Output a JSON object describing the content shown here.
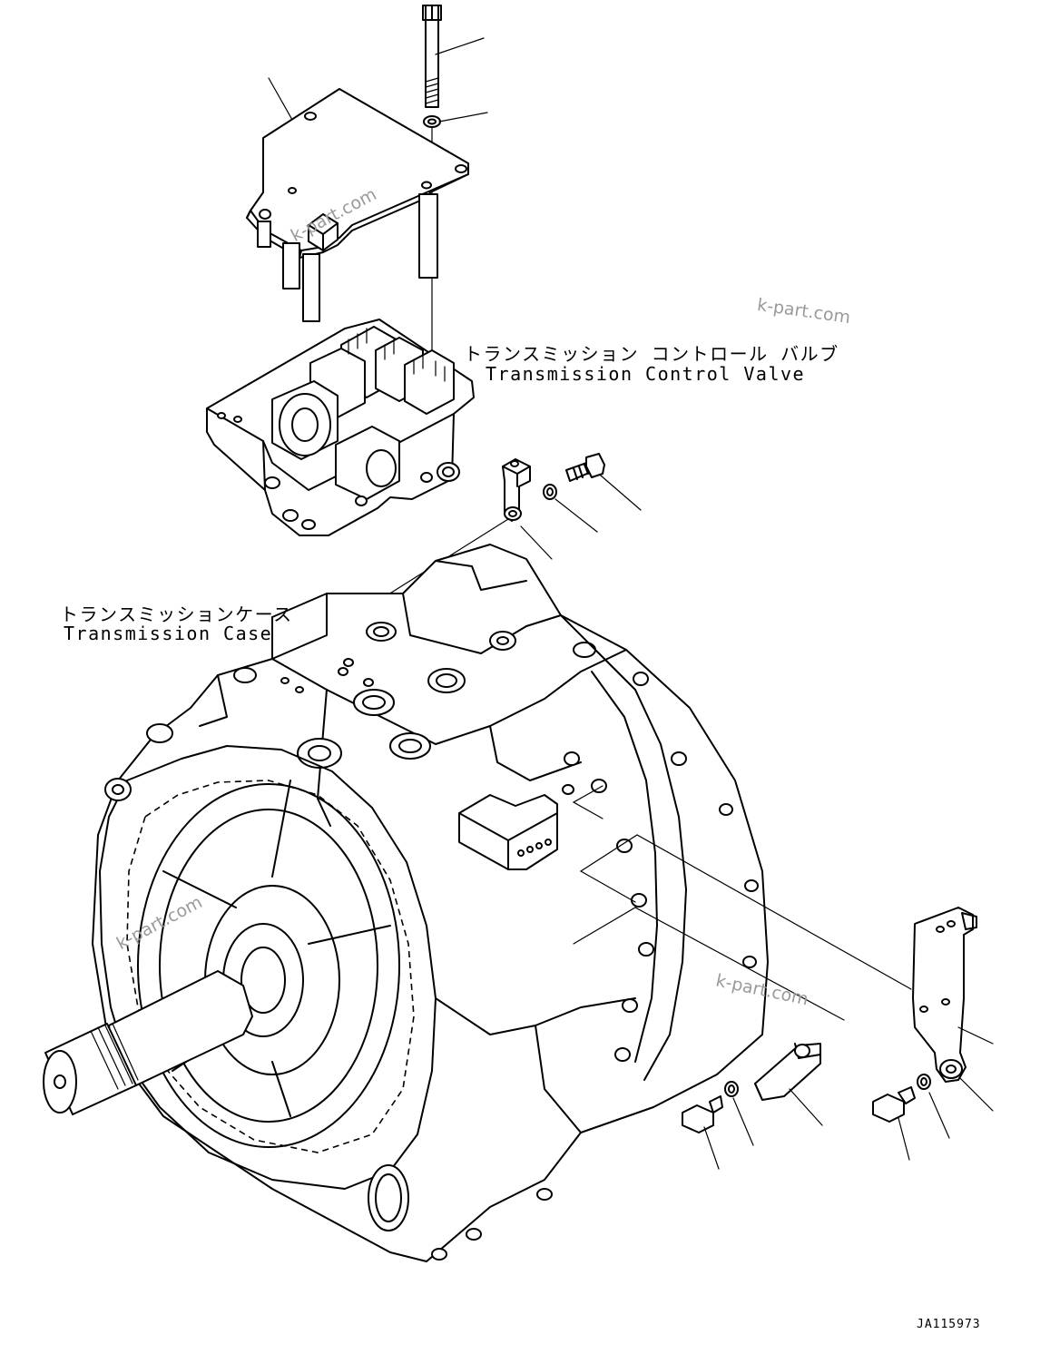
{
  "labels": {
    "control_valve_jp": "トランスミッション コントロール バルブ",
    "control_valve_en": "Transmission Control Valve",
    "case_jp": "トランスミッションケース",
    "case_en": "Transmission Case"
  },
  "watermark": "k-part.com",
  "drawing_code": "JA115973"
}
